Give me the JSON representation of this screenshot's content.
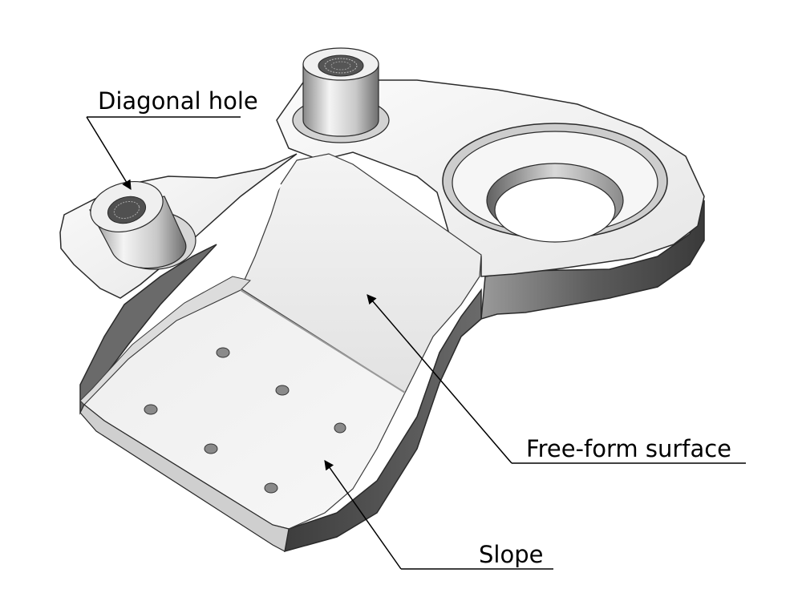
{
  "figure": {
    "labels": {
      "diagonal_hole": "Diagonal hole",
      "free_form_surface": "Free-form surface",
      "slope": "Slope"
    },
    "colors": {
      "background": "#ffffff",
      "part_light": "#f2f2f2",
      "part_mid": "#d6d6d6",
      "part_dark": "#7a7a7a",
      "part_shadow": "#4e4e4e",
      "outline": "#2a2a2a",
      "leader": "#000000"
    }
  }
}
